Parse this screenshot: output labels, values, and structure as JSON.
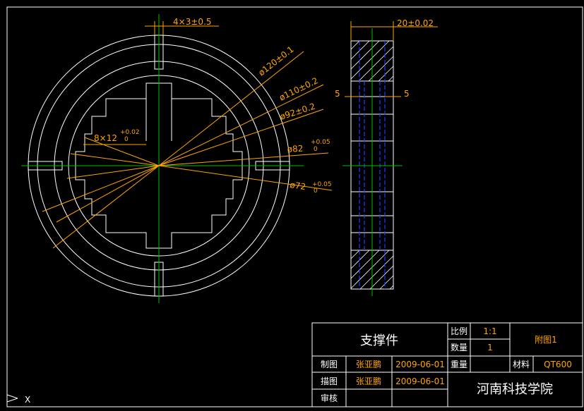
{
  "drawing": {
    "colors": {
      "background": "#000000",
      "outline": "#ffffff",
      "center_line": "#00c000",
      "dimension": "#ffa500",
      "hidden_line": "#1f3cff",
      "title_text": "#ffffff",
      "value_text": "#ffa500"
    },
    "front_view": {
      "dimensions": {
        "d120": "ø120±0.1",
        "d110": "ø110±0.2",
        "d92": "ø92±0.2",
        "d82": "ø82",
        "d82_tol_upper": "+0.05",
        "d82_tol_lower": "0",
        "d72": "ø72",
        "d72_tol_upper": "+0.05",
        "d72_tol_lower": "0",
        "slot": "4×3±0.5",
        "key": "8×12",
        "key_tol_upper": "+0.02",
        "key_tol_lower": "0"
      }
    },
    "side_view": {
      "dimensions": {
        "width": "20±0.02",
        "left_offset": "5",
        "right_offset": "5"
      }
    },
    "axis_marker": "X"
  },
  "title_block": {
    "part_name": "支撑件",
    "scale_label": "比例",
    "scale_value": "1:1",
    "quantity_label": "数量",
    "quantity_value": "1",
    "figure_ref": "附图1",
    "weight_label": "重量",
    "weight_value": "",
    "material_label": "材料",
    "material_value": "QT600",
    "drawn_by_label": "制图",
    "drawn_by_name": "张亚鹏",
    "drawn_date": "2009-06-01",
    "traced_by_label": "描图",
    "traced_by_name": "张亚鹏",
    "traced_date": "2009-06-01",
    "reviewed_by_label": "审核",
    "reviewed_by_name": "",
    "reviewed_date": "",
    "institution": "河南科技学院"
  }
}
